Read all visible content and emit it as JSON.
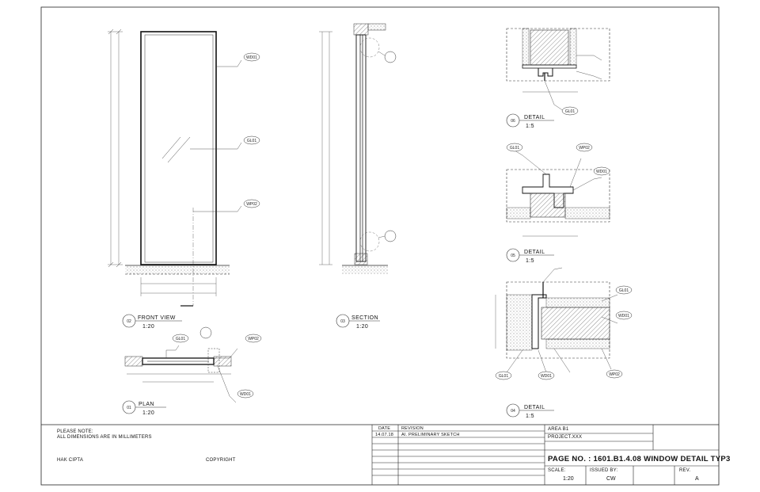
{
  "views": {
    "v02": {
      "number": "02",
      "title": "FRONT VIEW",
      "scale": "1:20"
    },
    "v03": {
      "number": "03",
      "title": "SECTION",
      "scale": "1:20"
    },
    "v01": {
      "number": "01",
      "title": "PLAN",
      "scale": "1:20"
    },
    "v04": {
      "number": "04",
      "title": "DETAIL",
      "scale": "1:5"
    },
    "v05": {
      "number": "05",
      "title": "DETAIL",
      "scale": "1:5"
    },
    "v06": {
      "number": "06",
      "title": "DETAIL",
      "scale": "1:5"
    }
  },
  "tags": {
    "wd01": "WD01",
    "gl01": "GL01",
    "wp02": "WP02"
  },
  "notes": {
    "please_note": "PLEASE NOTE:",
    "dimensions": "ALL DIMENSIONS ARE IN MILLIMETERS",
    "hak_cipta": "HAK CIPTA",
    "copyright": "COPYRIGHT"
  },
  "revision_table": {
    "date_header": "DATE",
    "revision_header": "REVISION",
    "row_date": "14.07.18",
    "row_revision": "AI. PRELIMINARY SKETCH"
  },
  "project": {
    "area": "AREA B1",
    "project": "PROJECT.XXX",
    "page_no": "PAGE NO. : 1601.B1.4.08 WINDOW DETAIL TYP3"
  },
  "footer": {
    "scale_label": "SCALE:",
    "scale_value": "1:20",
    "issued_label": "ISSUED BY:",
    "issued_value": "CW",
    "rev_label": "REV.",
    "rev_value": "A"
  }
}
